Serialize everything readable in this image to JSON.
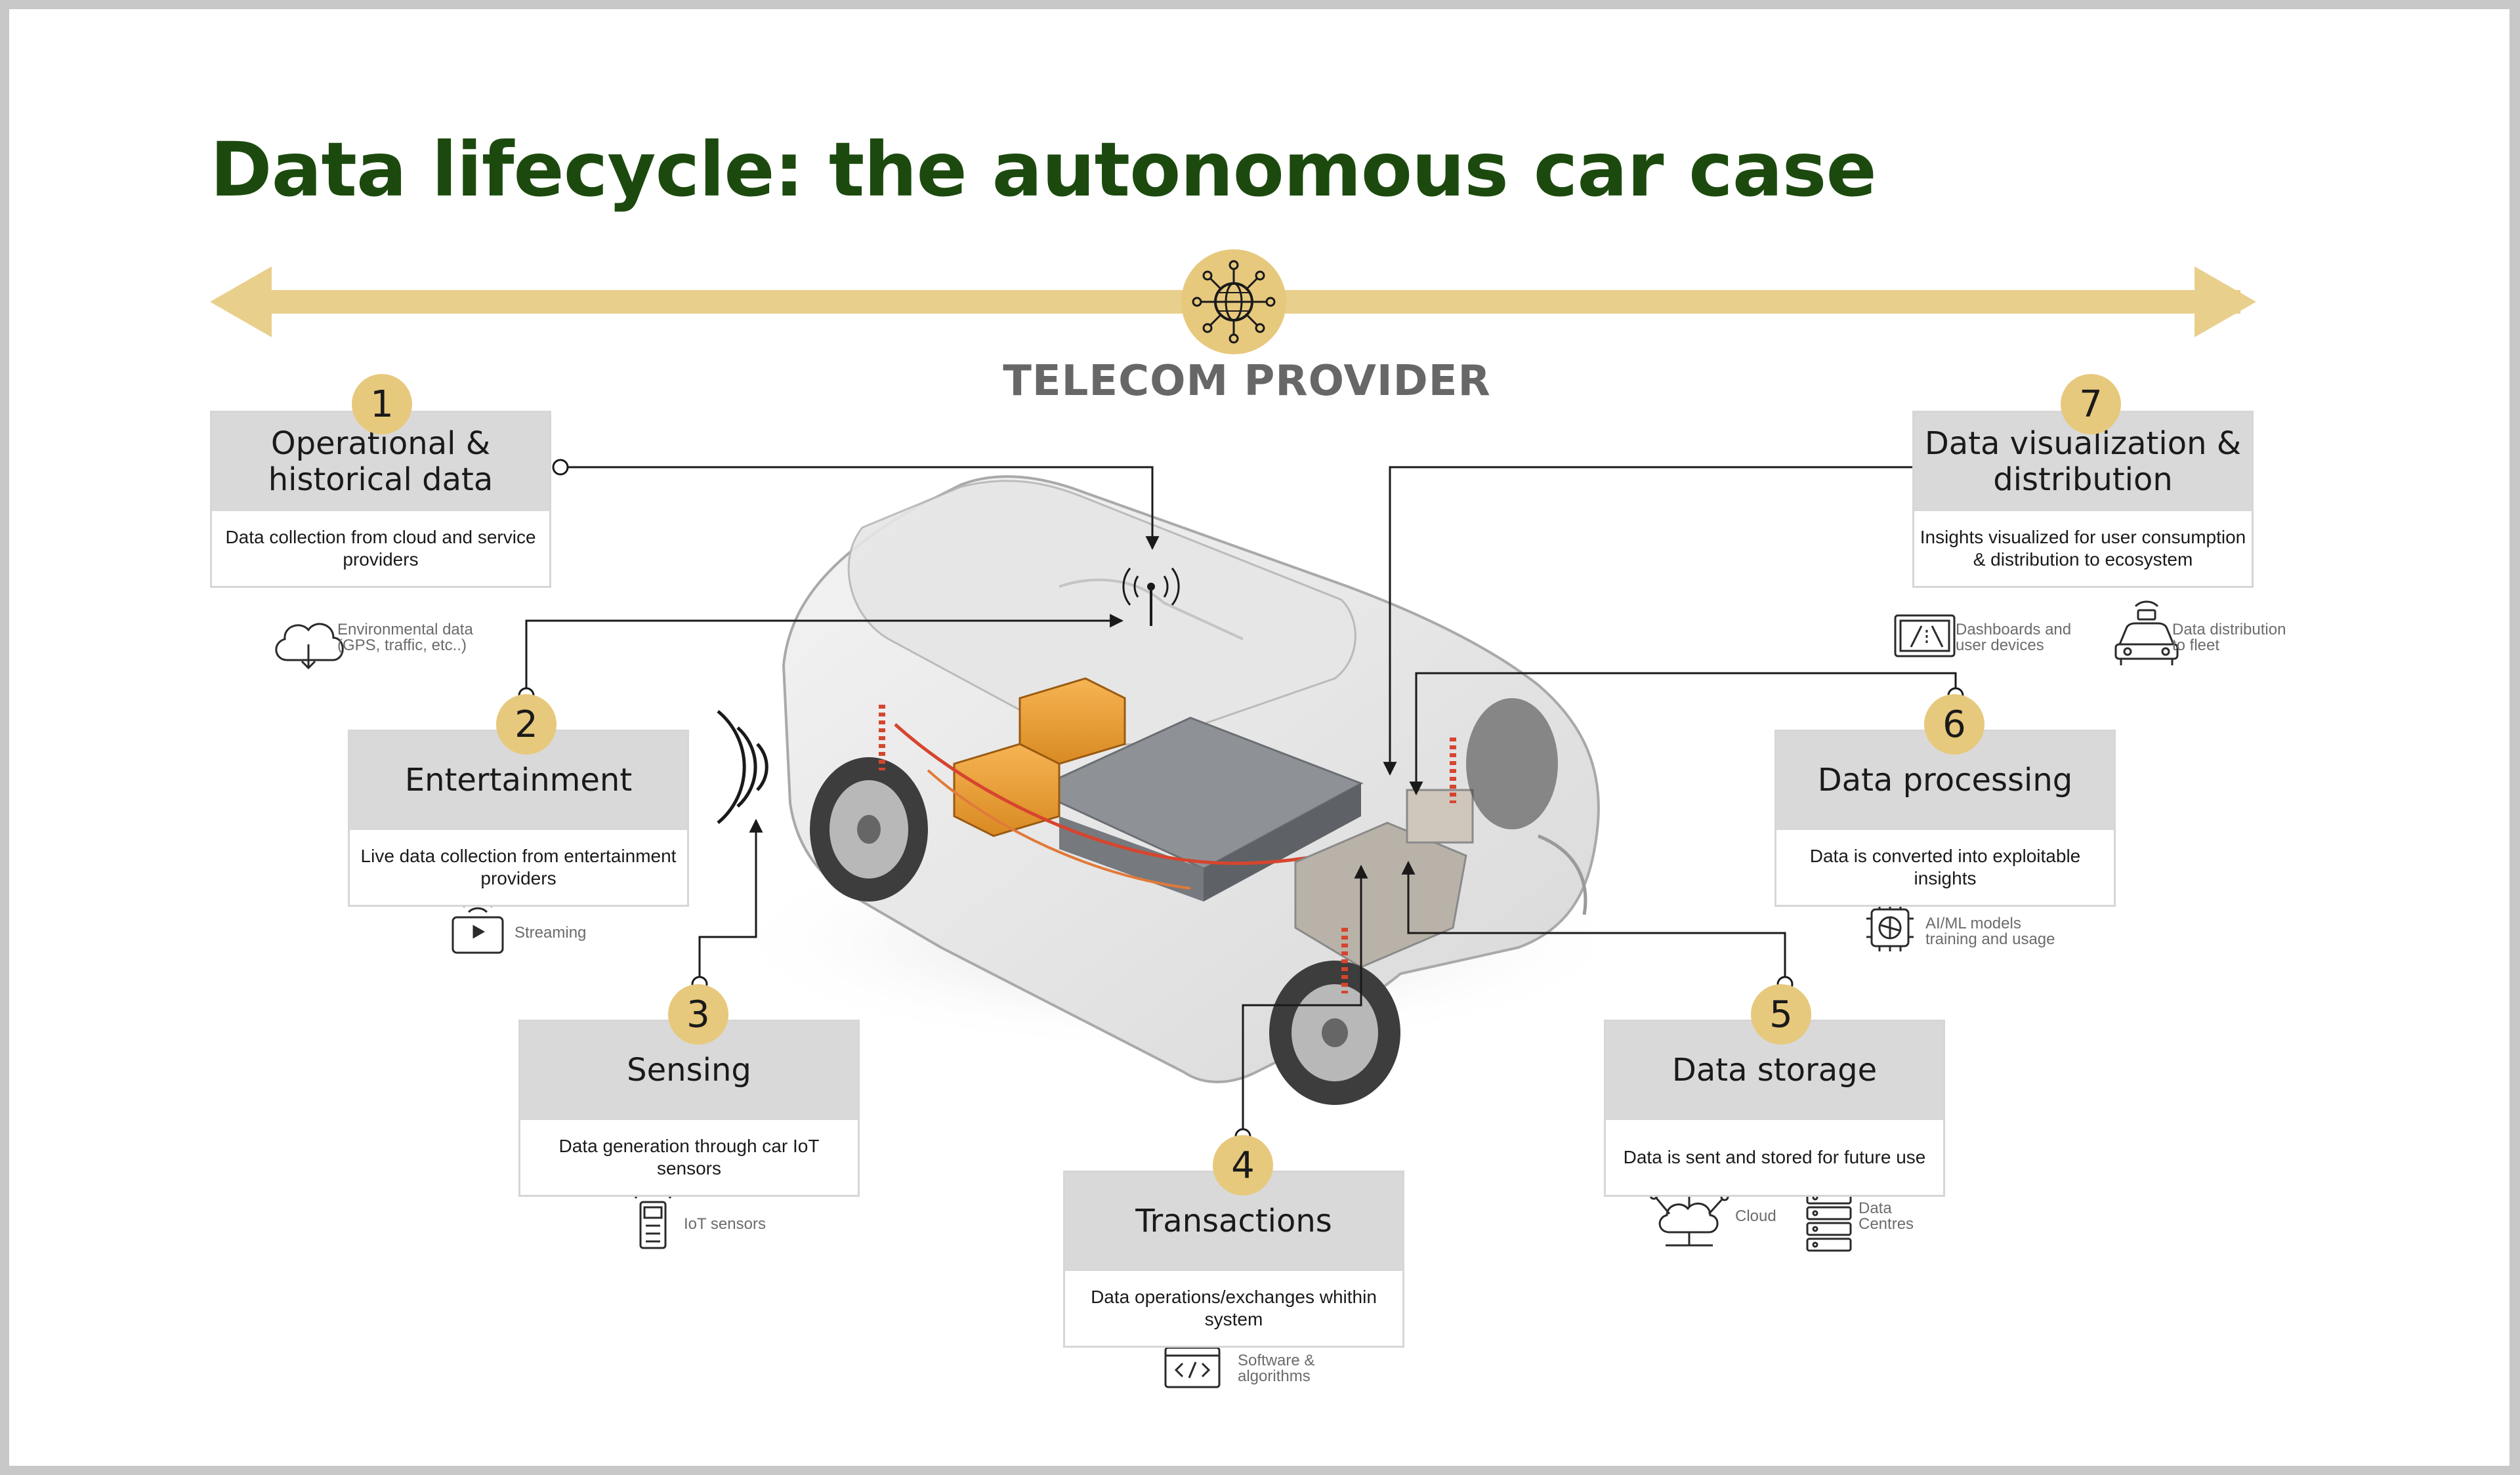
{
  "title": "Data lifecycle: the autonomous car case",
  "telecom": {
    "label": "TELECOM PROVIDER",
    "icon": "globe-network-icon"
  },
  "colors": {
    "title": "#1c4a0e",
    "accent": "#e7c97d",
    "card_head": "#d9d9d9",
    "text_muted": "#676767"
  },
  "steps": [
    {
      "number": "1",
      "title": "Operational & historical data",
      "description": "Data collection from cloud and service providers",
      "icons": [
        {
          "icon": "cloud-download-icon",
          "label": "Environmental data\n(GPS, traffic, etc..)"
        }
      ]
    },
    {
      "number": "2",
      "title": "Entertainment",
      "description": "Live data collection from entertainment providers",
      "icons": [
        {
          "icon": "live-stream-icon",
          "label": "Streaming"
        }
      ]
    },
    {
      "number": "3",
      "title": "Sensing",
      "description": "Data generation through car IoT sensors",
      "icons": [
        {
          "icon": "iot-sensor-icon",
          "label": "IoT sensors"
        }
      ]
    },
    {
      "number": "4",
      "title": "Transactions",
      "description": "Data operations/exchanges whithin system",
      "icons": [
        {
          "icon": "code-window-icon",
          "label": "Software &\nalgorithms"
        }
      ]
    },
    {
      "number": "5",
      "title": "Data storage",
      "description": "Data is sent and stored for future use",
      "icons": [
        {
          "icon": "cloud-network-icon",
          "label": "Cloud"
        },
        {
          "icon": "server-rack-icon",
          "label": "Data\nCentres"
        }
      ]
    },
    {
      "number": "6",
      "title": "Data processing",
      "description": "Data is converted into exploitable insights",
      "icons": [
        {
          "icon": "ai-chip-icon",
          "label": "AI/ML models\ntraining and usage"
        }
      ]
    },
    {
      "number": "7",
      "title": "Data visualization & distribution",
      "description": "Insights visualized for user consumption & distribution to ecosystem",
      "icons": [
        {
          "icon": "dashboard-icon",
          "label": "Dashboards and\nuser devices"
        },
        {
          "icon": "car-fleet-icon",
          "label": "Data distribution\nto fleet"
        }
      ]
    }
  ],
  "car": {
    "icon": "autonomous-car-icon"
  }
}
